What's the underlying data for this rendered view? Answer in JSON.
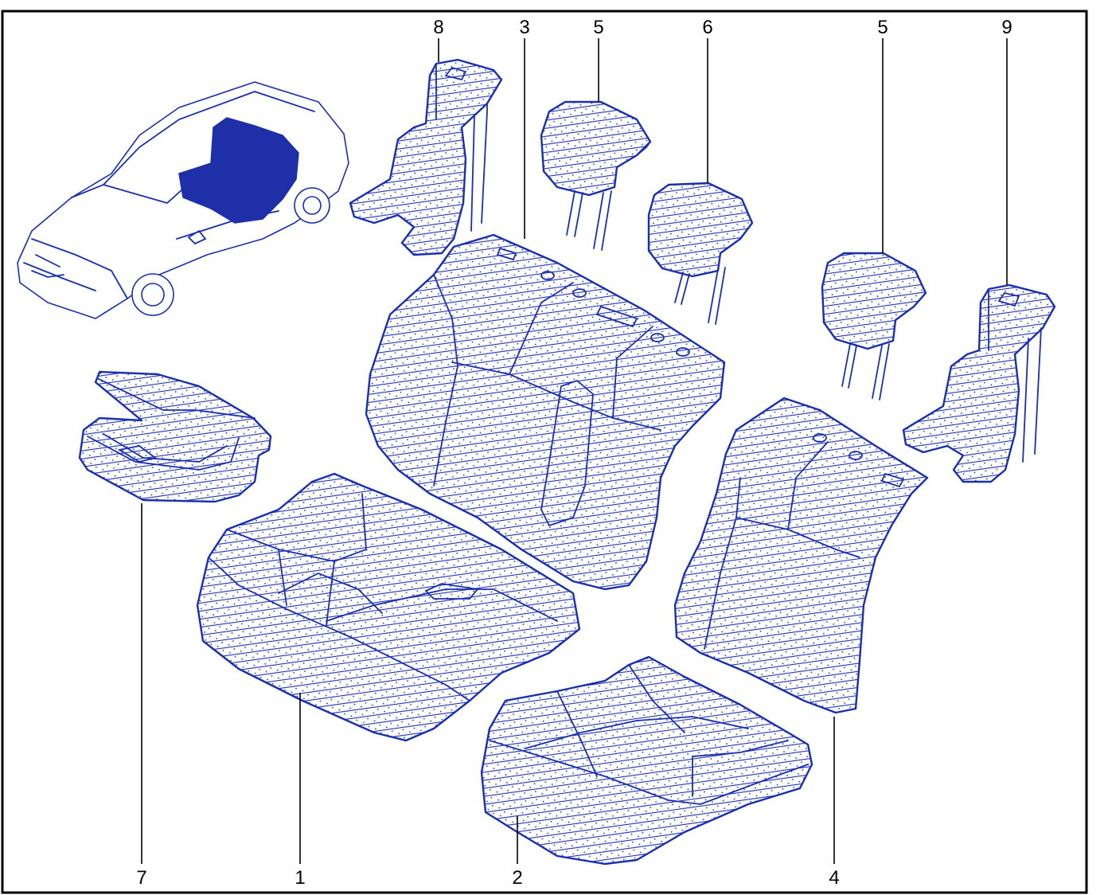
{
  "diagram": {
    "colors": {
      "line": "#1a2fb0",
      "dark": "#1e2fa8",
      "frame": "#000000",
      "background": "#ffffff"
    },
    "callouts": [
      {
        "id": "c8a",
        "label": "8"
      },
      {
        "id": "c3",
        "label": "3"
      },
      {
        "id": "c5a",
        "label": "5"
      },
      {
        "id": "c6",
        "label": "6"
      },
      {
        "id": "c5b",
        "label": "5"
      },
      {
        "id": "c9",
        "label": "9"
      },
      {
        "id": "c7",
        "label": "7"
      },
      {
        "id": "c1",
        "label": "1"
      },
      {
        "id": "c2",
        "label": "2"
      },
      {
        "id": "c4",
        "label": "4"
      }
    ]
  }
}
